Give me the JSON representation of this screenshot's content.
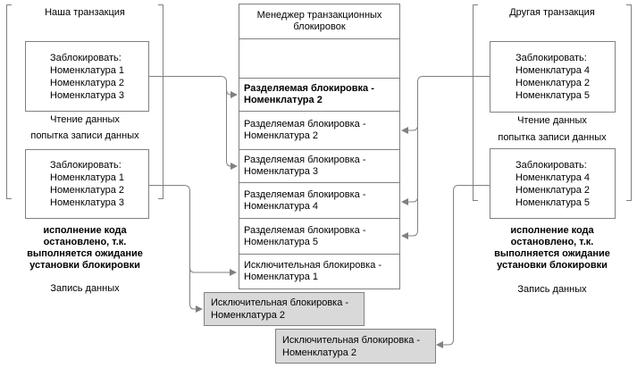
{
  "colors": {
    "background": "#ffffff",
    "line": "#808080",
    "box_border": "#808080",
    "waiting_box_fill": "#d9d9d9",
    "text": "#000000"
  },
  "left_transaction": {
    "title": "Наша транзакция",
    "lock_box_1": {
      "header": "Заблокировать:",
      "items": [
        "Номенклатура 1",
        "Номенклатура 2",
        "Номенклатура 3"
      ]
    },
    "read_label": "Чтение данных",
    "write_attempt_label": "попытка записи данных",
    "lock_box_2": {
      "header": "Заблокировать:",
      "items": [
        "Номенклатура 1",
        "Номенклатура 2",
        "Номенклатура 3"
      ]
    },
    "wait_note_lines": [
      "исполнение кода",
      "остановлено, т.к.",
      "выполняется ожидание",
      "установки блокировки"
    ],
    "write_label": "Запись данных"
  },
  "lock_manager": {
    "title": "Менеджер транзакционных блокировок",
    "rows": [
      {
        "line1": "",
        "line2": ""
      },
      {
        "line1": "Разделяемая блокировка -",
        "line2": "Номенклатура 2"
      },
      {
        "line1": "Разделяемая блокировка -",
        "line2": "Номенклатура 2"
      },
      {
        "line1": "Разделяемая блокировка -",
        "line2": "Номенклатура 3"
      },
      {
        "line1": "Разделяемая блокировка -",
        "line2": "Номенклатура 4"
      },
      {
        "line1": "Разделяемая блокировка -",
        "line2": "Номенклатура 5"
      },
      {
        "line1": "Исключительная блокировка -",
        "line2": "Номенклатура 1"
      }
    ]
  },
  "waiting_locks": [
    {
      "line1": "Исключительная блокировка -",
      "line2": "Номенклатура 2"
    },
    {
      "line1": "Исключительная блокировка -",
      "line2": "Номенклатура 2"
    }
  ],
  "right_transaction": {
    "title": "Другая транзакция",
    "lock_box_1": {
      "header": "Заблокировать:",
      "items": [
        "Номенклатура 4",
        "Номенклатура 2",
        "Номенклатура 5"
      ]
    },
    "read_label": "Чтение данных",
    "write_attempt_label": "попытка записи данных",
    "lock_box_2": {
      "header": "Заблокировать:",
      "items": [
        "Номенклатура 4",
        "Номенклатура 2",
        "Номенклатура 5"
      ]
    },
    "wait_note_lines": [
      "исполнение кода",
      "остановлено, т.к.",
      "выполняется ожидание",
      "установки блокировки"
    ],
    "write_label": "Запись данных"
  }
}
